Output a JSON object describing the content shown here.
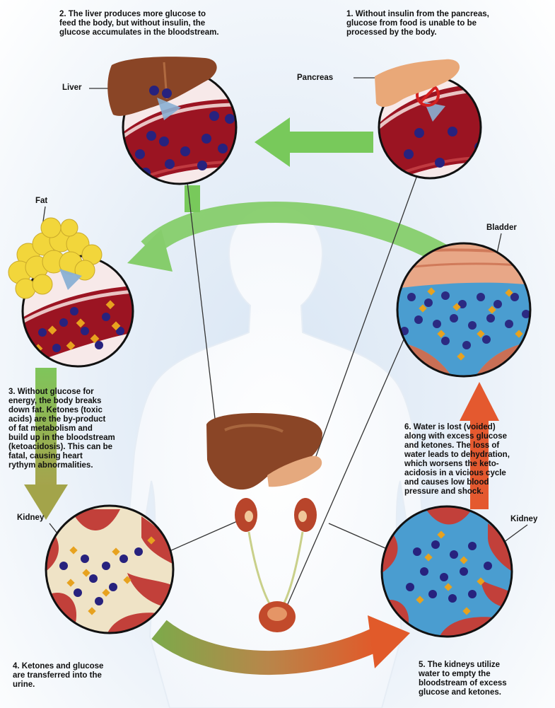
{
  "captions": {
    "step1": "1. Without insulin from the pancreas,\nglucose from food is unable to be\nprocessed by the body.",
    "step2": "2. The liver produces more glucose to\nfeed the body, but without insulin, the\nglucose accumulates in the bloodstream.",
    "step3": "3. Without glucose for\nenergy, the body breaks\ndown fat.  Ketones (toxic\nacids) are the by-product\nof fat metabolism and\nbuild up in the bloodstream\n(ketoacidosis). This can be\nfatal, causing heart\nrythym abnormalities.",
    "step4": "4. Ketones and glucose\nare transferred into the\nurine.",
    "step5": "5. The kidneys utilize\nwater to empty the\nbloodstream of excess\nglucose and ketones.",
    "step6": "6. Water is lost (voided)\nalong with excess glucose\nand ketones. The loss of\nwater leads to dehydration,\nwhich worsens the keto-\nacidosis in a vicious cycle\nand causes low blood\npressure and shock."
  },
  "labels": {
    "liver": "Liver",
    "pancreas": "Pancreas",
    "fat": "Fat",
    "bladder": "Bladder",
    "kidney_left": "Kidney",
    "kidney_right": "Kidney"
  },
  "colors": {
    "arrow_green": "#72c45a",
    "arrow_orange": "#e4592f",
    "blood": "#9b1422",
    "glucose": "#27227e",
    "ketone": "#e7a21f",
    "organ_liver": "#8a4526",
    "fat": "#f2d63b",
    "urine_blue": "#4a9dd0"
  }
}
